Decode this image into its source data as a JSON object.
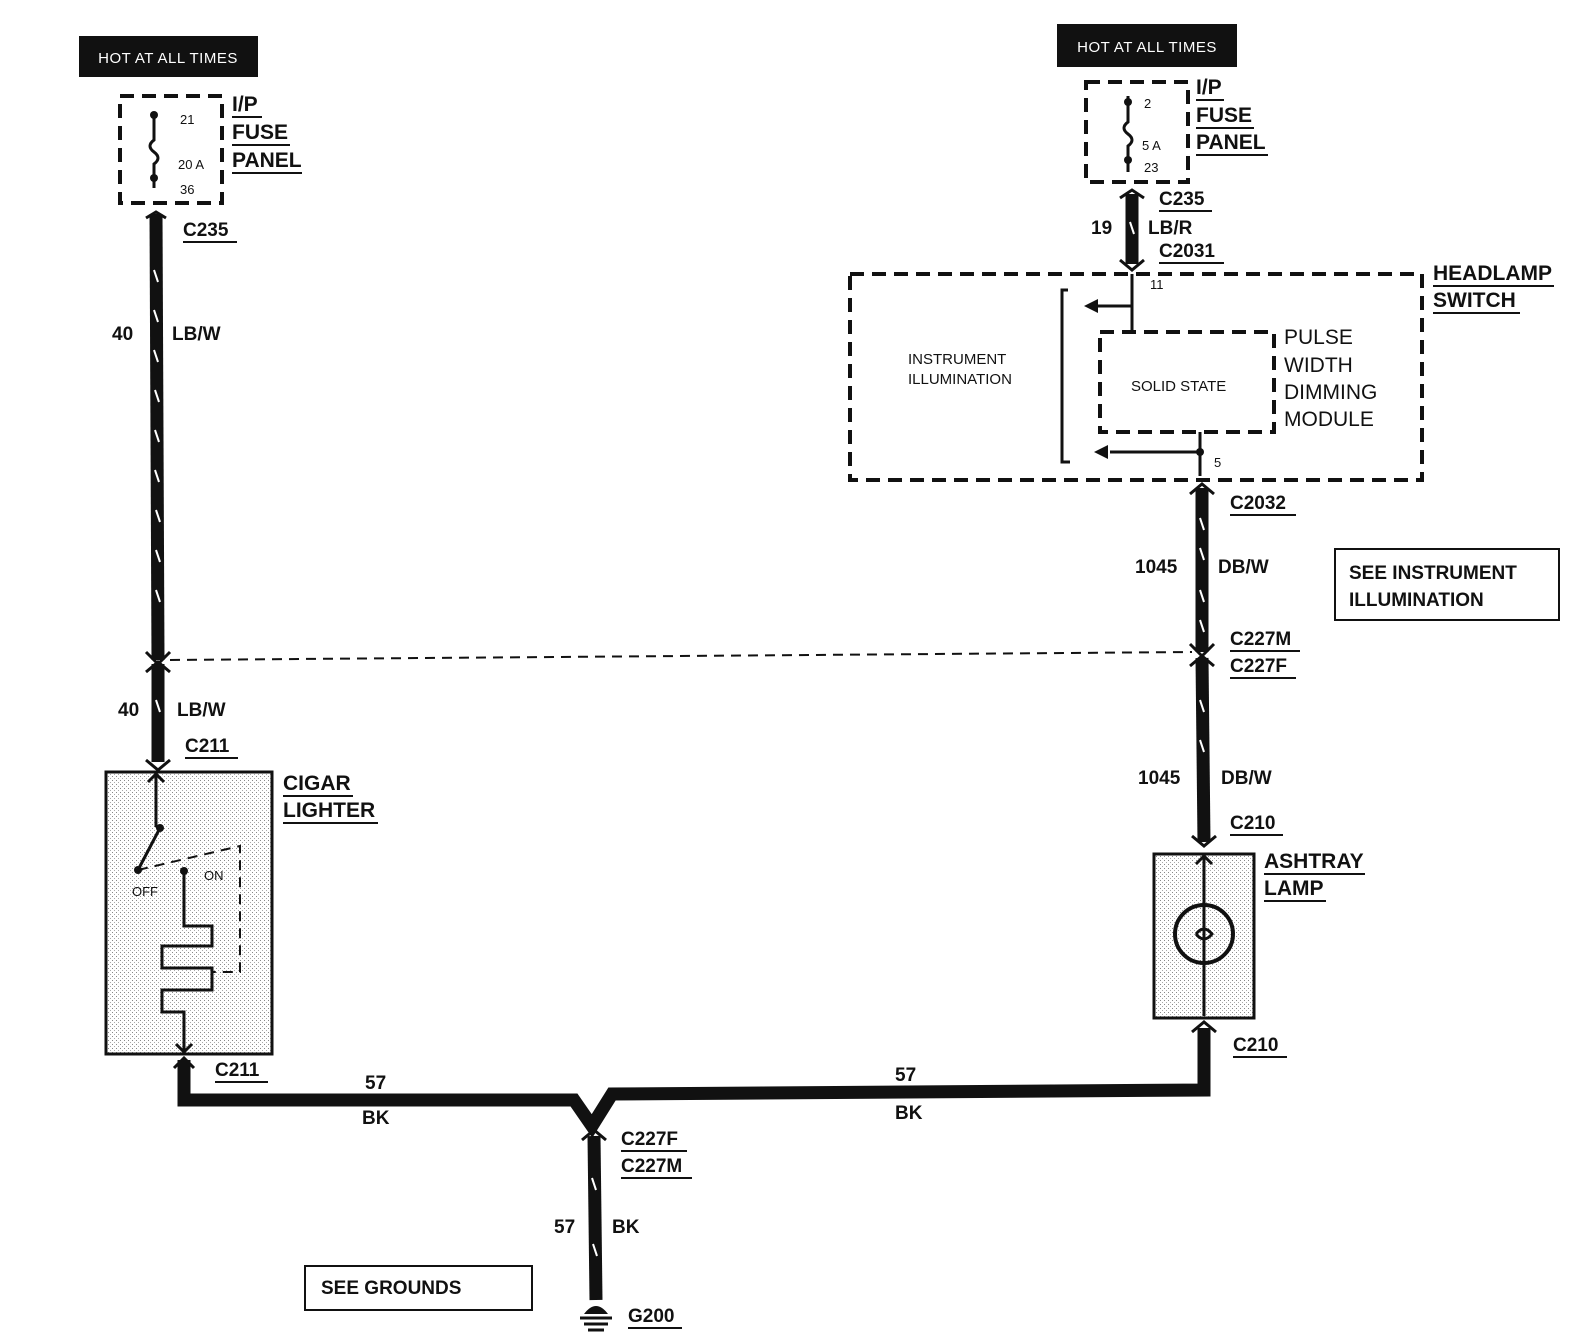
{
  "left_supply": {
    "hot_label": "HOT AT ALL TIMES",
    "panel_lines": [
      "I/P",
      "FUSE",
      "PANEL"
    ],
    "fuse_top_pin": "21",
    "fuse_rating": "20 A",
    "fuse_bottom_pin": "36",
    "connector": "C235",
    "circuit": "40",
    "color": "LB/W"
  },
  "right_supply": {
    "hot_label": "HOT AT ALL TIMES",
    "panel_lines": [
      "I/P",
      "FUSE",
      "PANEL"
    ],
    "fuse_top_pin": "2",
    "fuse_rating": "5 A",
    "fuse_bottom_pin": "23",
    "connector_top": "C235",
    "circuit": "19",
    "color": "LB/R",
    "connector_bottom": "C2031"
  },
  "headlamp_switch": {
    "name_lines": [
      "HEADLAMP",
      "SWITCH"
    ],
    "inner_label_lines": [
      "INSTRUMENT",
      "ILLUMINATION"
    ],
    "module_label": "SOLID STATE",
    "module_name_lines": [
      "PULSE",
      "WIDTH",
      "DIMMING",
      "MODULE"
    ],
    "pin_in": "11",
    "pin_out": "5"
  },
  "right_branch": {
    "connector_out": "C2032",
    "circuit": "1045",
    "color": "DB/W",
    "inline_top": "C227M",
    "inline_bottom": "C227F",
    "circuit_lower": "1045",
    "color_lower": "DB/W",
    "lamp_conn_top": "C210",
    "lamp_conn_bottom": "C210"
  },
  "see_instrument": [
    "SEE INSTRUMENT",
    "ILLUMINATION"
  ],
  "left_branch": {
    "circuit": "40",
    "color": "LB/W",
    "connector_top": "C211",
    "connector_bottom": "C211"
  },
  "cigar_lighter": {
    "name_lines": [
      "CIGAR",
      "LIGHTER"
    ],
    "off_label": "OFF",
    "on_label": "ON"
  },
  "ashtray_lamp": {
    "name_lines": [
      "ASHTRAY",
      "LAMP"
    ]
  },
  "ground": {
    "left_circuit": "57",
    "left_color": "BK",
    "right_circuit": "57",
    "right_color": "BK",
    "splice_top": "C227F",
    "splice_bottom": "C227M",
    "down_circuit": "57",
    "down_color": "BK",
    "ground_id": "G200",
    "see_grounds": "SEE GROUNDS"
  }
}
